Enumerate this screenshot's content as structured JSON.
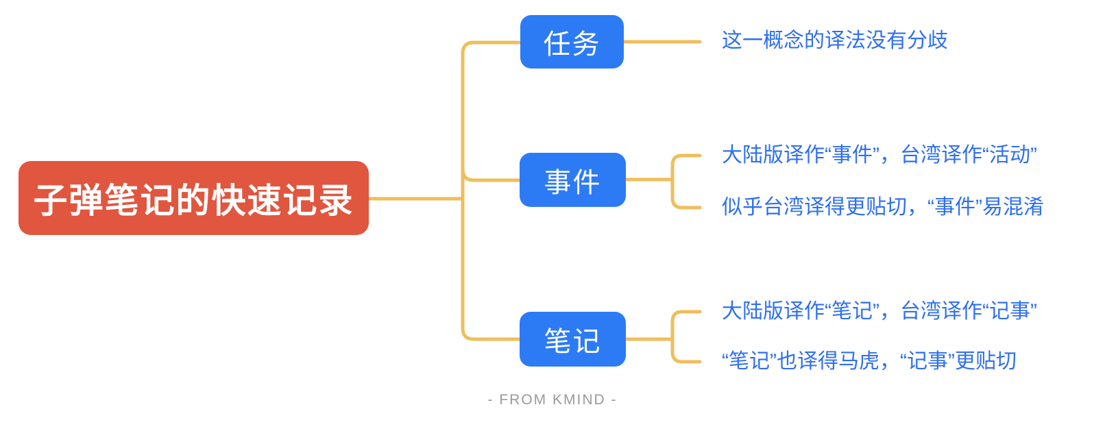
{
  "mindmap": {
    "root": {
      "label": "子弹笔记的快速记录"
    },
    "branches": [
      {
        "label": "任务",
        "leaves": [
          "这一概念的译法没有分歧"
        ]
      },
      {
        "label": "事件",
        "leaves": [
          "大陆版译作“事件”，台湾译作“活动”",
          "似乎台湾译得更贴切，“事件”易混淆"
        ]
      },
      {
        "label": "笔记",
        "leaves": [
          "大陆版译作“笔记”，台湾译作“记事”",
          "“笔记”也译得马虎，“记事”更贴切"
        ]
      }
    ]
  },
  "footer": {
    "watermark": "- FROM KMIND -"
  },
  "colors": {
    "root_bg": "#E0563F",
    "branch_bg": "#2D7BF4",
    "leaf_text": "#2E6FF2",
    "connector": "#EFBE5B",
    "node_text": "#FFFFFF",
    "watermark_text": "#9A9A9A",
    "background": "#FFFFFF"
  }
}
